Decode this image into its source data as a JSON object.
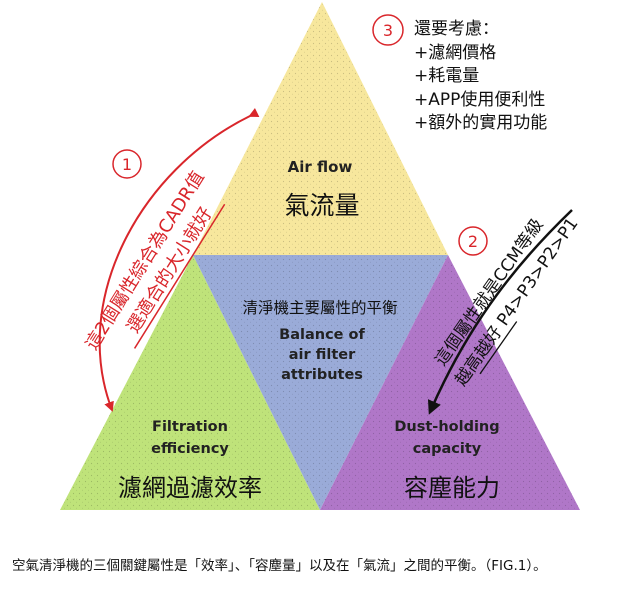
{
  "colors": {
    "top": "#f7e79d",
    "left": "#bfe37a",
    "center": "#9aabd8",
    "right": "#b077c8",
    "red": "#d9262b",
    "black": "#111111"
  },
  "triangles": {
    "top": {
      "en": "Air flow",
      "zh": "氣流量"
    },
    "left": {
      "en_1": "Filtration",
      "en_2": "efficiency",
      "zh": "濾網過濾效率"
    },
    "center": {
      "zh": "清淨機主要屬性的平衡",
      "en_1": "Balance of",
      "en_2": "air filter",
      "en_3": "attributes"
    },
    "right": {
      "en_1": "Dust-holding",
      "en_2": "capacity",
      "zh": "容塵能力"
    }
  },
  "badges": {
    "one": "1",
    "two": "2",
    "three": "3"
  },
  "annotations": {
    "left_line1": "這2個屬性綜合為CADR值",
    "left_line2": "選適合的大小就好",
    "right_line1": "這個屬性就是CCM等級",
    "right_line2": "越高越好 P4>P3>P2>P1"
  },
  "notes": {
    "title": "還要考慮：",
    "items": [
      "+濾網價格",
      "+耗電量",
      "+APP使用便利性",
      "+額外的實用功能"
    ]
  },
  "caption": "空氣清淨機的三個關鍵屬性是「效率」、「容塵量」以及在「氣流」之間的平衡。（FIG.1）。"
}
